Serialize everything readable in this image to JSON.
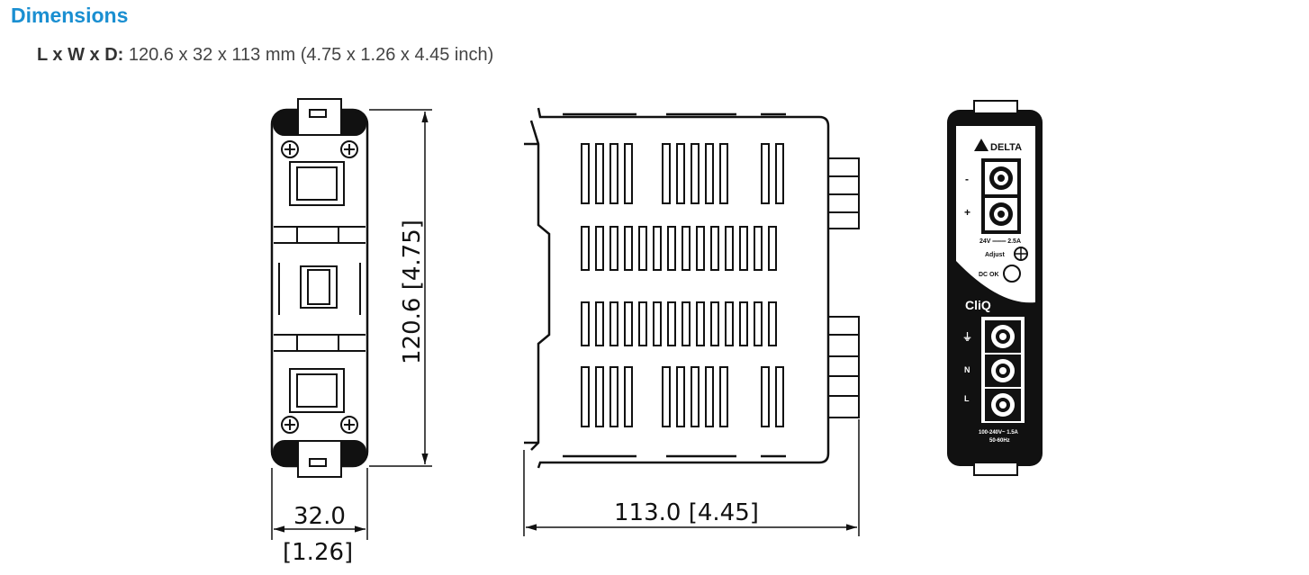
{
  "heading": "Dimensions",
  "spec": {
    "label": "L x W x D:",
    "value": "120.6 x 32 x 113 mm (4.75 x 1.26 x 4.45 inch)"
  },
  "drawing": {
    "height_dim": "120.6  [4.75]",
    "width_dim_mm": "32.0",
    "width_dim_in": "[1.26]",
    "depth_dim": "113.0  [4.45]"
  },
  "front_panel": {
    "brand": "DELTA",
    "minus": "-",
    "plus": "+",
    "output_rating": "24V ═══ 2.5A",
    "adjust": "Adjust",
    "dc_ok": "DC OK",
    "series_logo": "CliQ",
    "earth": "⏚",
    "neutral": "N",
    "line": "L",
    "input_rating_1": "100-240V~ 1.5A",
    "input_rating_2": "50-60Hz"
  }
}
